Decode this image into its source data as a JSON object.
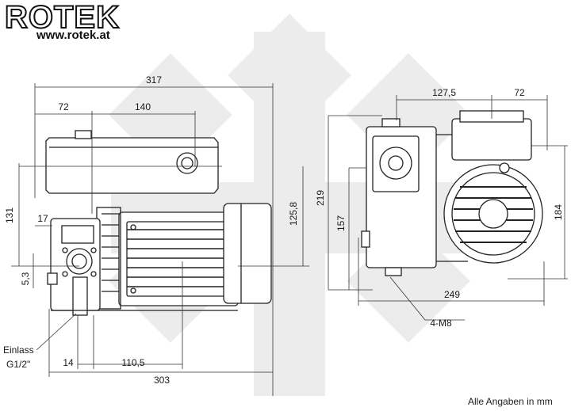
{
  "brand": {
    "logo_text": "ROTEK",
    "website": "www.rotek.at"
  },
  "note": "Alle Angaben in mm",
  "inlet": {
    "label": "Einlass",
    "thread": "G1/2\""
  },
  "front_view": {
    "dims": {
      "overall_width": "317",
      "offset_72": "72",
      "offset_140": "140",
      "height_131": "131",
      "dim_17": "17",
      "height_125_8": "125,8",
      "dim_5_3": "5,3",
      "dim_14": "14",
      "dim_110_5": "110,5",
      "base_303": "303"
    }
  },
  "side_view": {
    "dims": {
      "dim_127_5": "127,5",
      "dim_72": "72",
      "height_219": "219",
      "height_157": "157",
      "height_184": "184",
      "width_249": "249",
      "bolts": "4-M8"
    }
  }
}
